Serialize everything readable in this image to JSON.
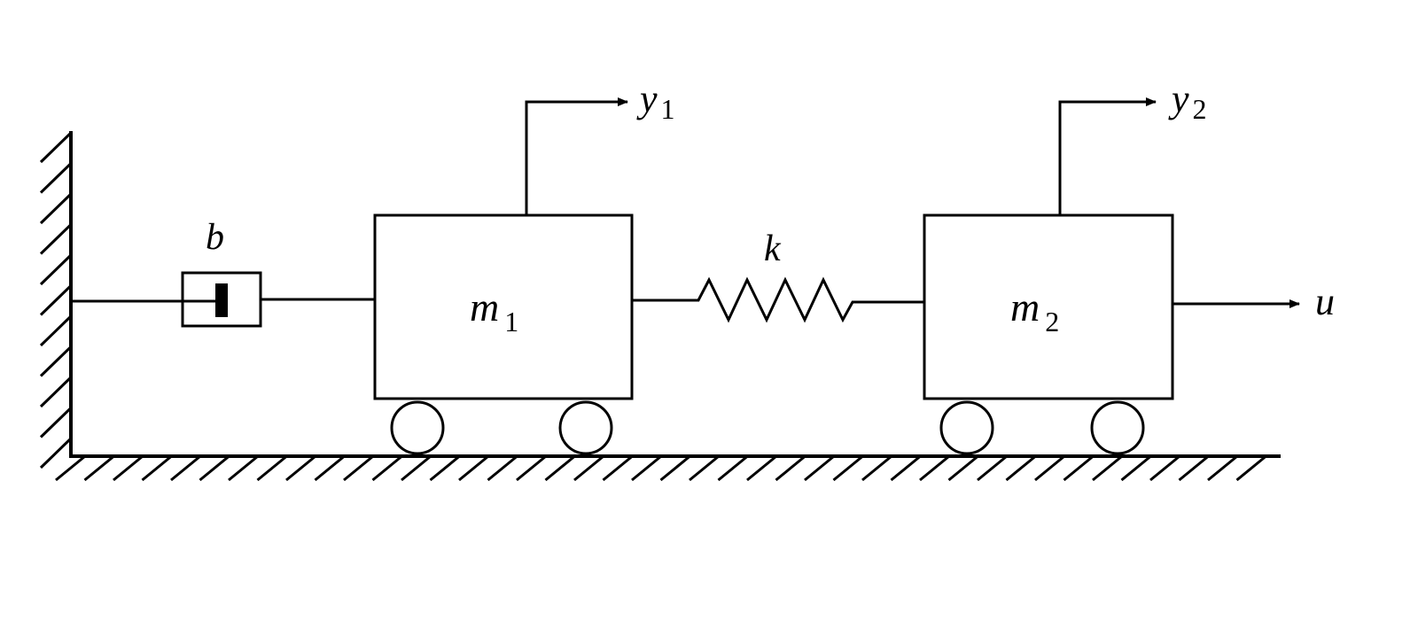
{
  "diagram": {
    "damper_label": "b",
    "spring_label": "k",
    "mass1": {
      "symbol": "m",
      "subscript": "1"
    },
    "mass2": {
      "symbol": "m",
      "subscript": "2"
    },
    "output1": {
      "symbol": "y",
      "subscript": "1"
    },
    "output2": {
      "symbol": "y",
      "subscript": "2"
    },
    "input_label": "u"
  }
}
